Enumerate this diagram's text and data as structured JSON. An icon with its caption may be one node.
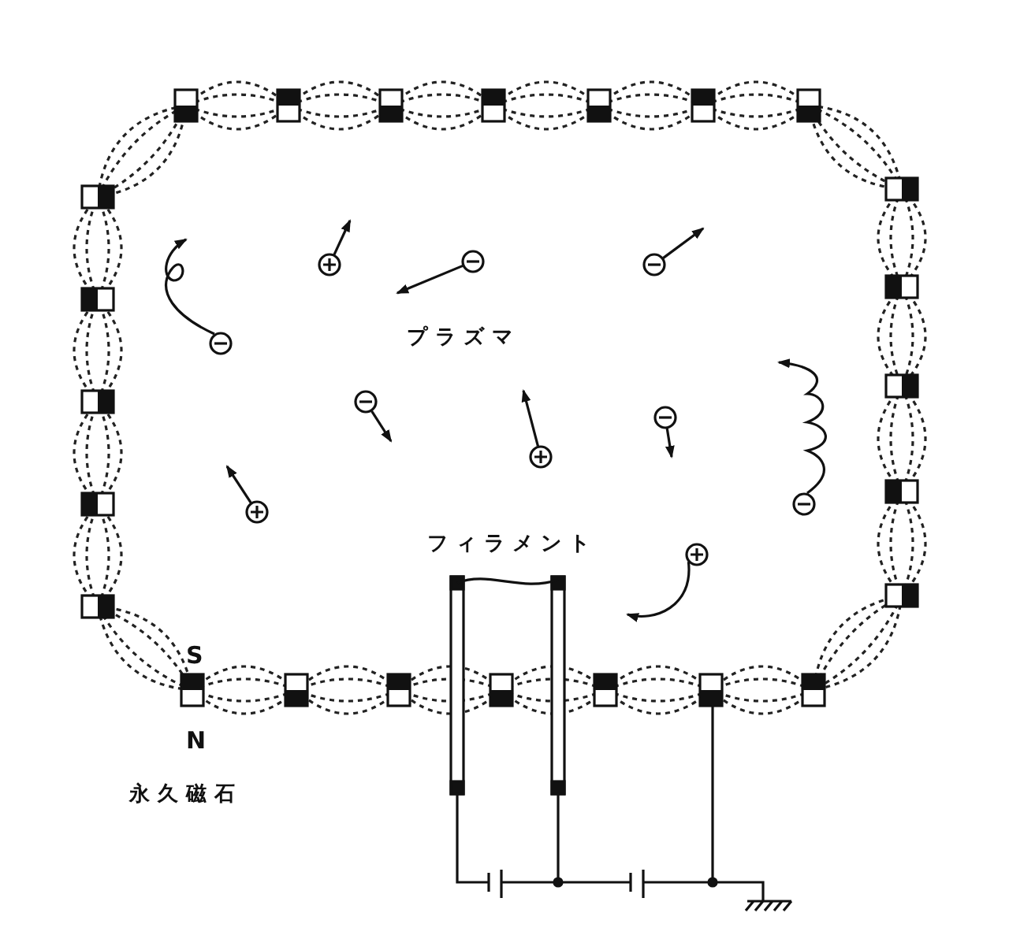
{
  "diagram": {
    "labels": [
      "プラズマ",
      "フィラメント",
      "S",
      "N",
      "永久磁石"
    ]
  }
}
